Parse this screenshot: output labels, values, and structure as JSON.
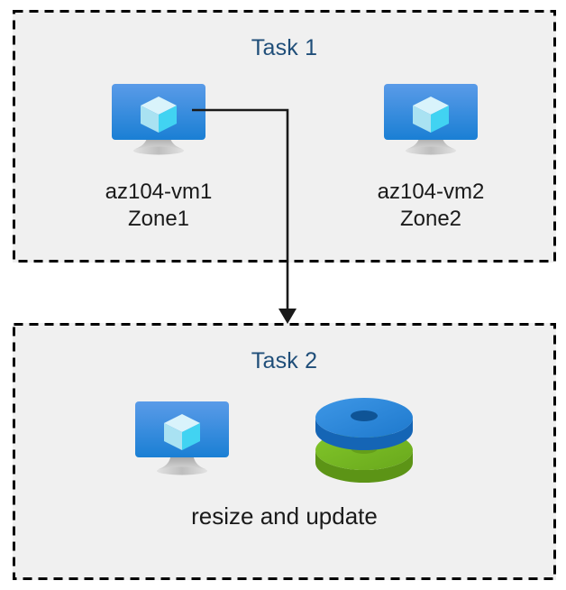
{
  "diagram": {
    "title_color": "#1F4E79",
    "box_fill": "#F0F0F0",
    "box_border_color": "#000000",
    "label_color": "#1A1A1A",
    "connector_color": "#1A1A1A"
  },
  "groups": [
    {
      "id": "task1",
      "title": "Task 1",
      "nodes": [
        {
          "id": "vm1",
          "icon": "virtual-machine-icon",
          "name": "az104-vm1",
          "zone": "Zone1"
        },
        {
          "id": "vm2",
          "icon": "virtual-machine-icon",
          "name": "az104-vm2",
          "zone": "Zone2"
        }
      ]
    },
    {
      "id": "task2",
      "title": "Task 2",
      "caption": "resize and update",
      "icons": [
        {
          "id": "vm",
          "icon": "virtual-machine-icon"
        },
        {
          "id": "disks",
          "icon": "managed-disks-icon"
        }
      ]
    }
  ],
  "connector": {
    "from": "vm1",
    "to": "task2",
    "style": "elbow-arrow"
  },
  "icon_colors": {
    "vm_screen_top": "#5A9BE8",
    "vm_screen_bottom": "#1A7FD4",
    "vm_stand": "#BDBDBD",
    "cube_top": "#CFF1FB",
    "cube_left": "#A7E4F5",
    "cube_right": "#41D3F2",
    "disk_blue": "#2E8ADA",
    "disk_blue_dark": "#1565B5",
    "disk_blue_hole": "#0F5496",
    "disk_green": "#78BE20",
    "disk_green_dark": "#5C9416",
    "disk_green_hole": "#649E1A"
  }
}
